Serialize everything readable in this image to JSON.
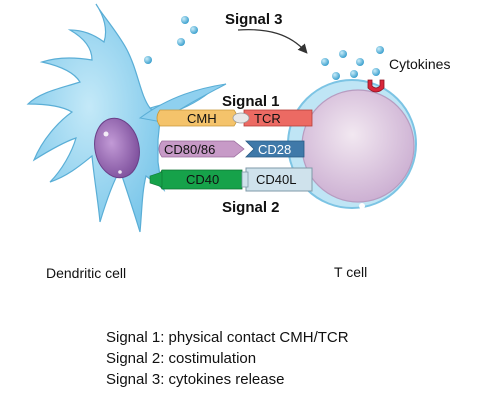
{
  "labels": {
    "signal3": "Signal 3",
    "signal1": "Signal 1",
    "signal2": "Signal 2",
    "cytokines": "Cytokines",
    "dendritic_cell": "Dendritic cell",
    "t_cell": "T cell"
  },
  "receptors": {
    "cmh": "CMH",
    "tcr": "TCR",
    "cd80_86": "CD80/86",
    "cd28": "CD28",
    "cd40": "CD40",
    "cd40l": "CD40L"
  },
  "legend": [
    "Signal 1: physical contact CMH/TCR",
    "Signal 2: costimulation",
    "Signal 3: cytokines release"
  ],
  "colors": {
    "dendritic_body": "#8fd0ef",
    "dendritic_nucleus": "#9b6bb5",
    "tcell_membrane": "#a9dcf2",
    "tcell_nucleus": "#d7c2dd",
    "cmh": "#f4c36b",
    "tcr": "#ec6a63",
    "cd80_86": "#c79ac7",
    "cd28": "#3f79a9",
    "cd40": "#16a24a",
    "cd40l": "#cfe2ec",
    "cytokine": "#5fb8de",
    "receptor_cup": "#d8263a"
  }
}
